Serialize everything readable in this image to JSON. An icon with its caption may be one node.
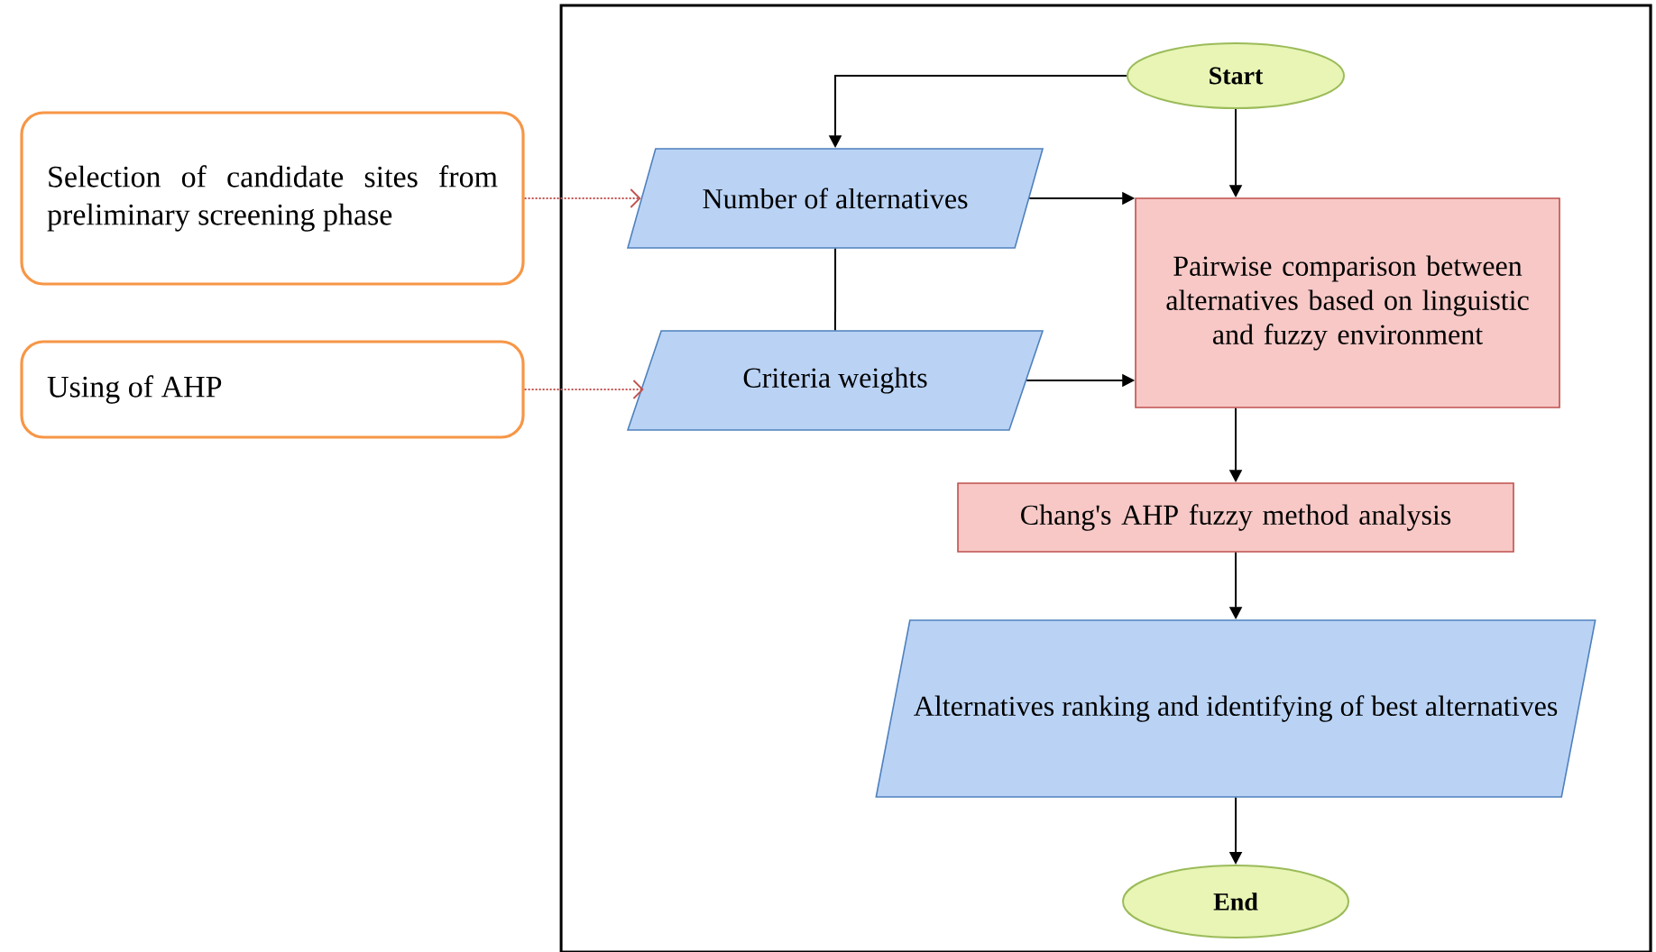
{
  "diagram": {
    "nodes": [
      {
        "text": [
          "Selection of candidate sites from preliminary screening phase"
        ]
      },
      {
        "text": [
          "Using of AHP"
        ]
      },
      {
        "text": [
          "Start"
        ]
      },
      {
        "text": [
          "Number of alternatives"
        ]
      },
      {
        "text": [
          "Criteria weights"
        ]
      },
      {
        "text": [
          "Pairwise comparison between alternatives based on linguistic and fuzzy environment"
        ]
      },
      {
        "text": [
          "Chang's AHP fuzzy method analysis"
        ]
      },
      {
        "text": [
          "Alternatives ranking and identifying of best alternatives"
        ]
      },
      {
        "text": [
          "End"
        ]
      }
    ],
    "edges": [
      {
        "from": 0,
        "to": 3,
        "arrow": "to",
        "style": "dashed",
        "color": "#c0504d"
      },
      {
        "from": 1,
        "to": 4,
        "arrow": "to",
        "style": "dashed",
        "color": "#c0504d"
      },
      {
        "from": 2,
        "to": 3,
        "arrow": "to"
      },
      {
        "from": 2,
        "to": 5,
        "arrow": "to"
      },
      {
        "from": 3,
        "to": 4,
        "arrow": "none"
      },
      {
        "from": 3,
        "to": 5,
        "arrow": "to"
      },
      {
        "from": 4,
        "to": 5,
        "arrow": "to"
      },
      {
        "from": 5,
        "to": 6,
        "arrow": "to"
      },
      {
        "from": 6,
        "to": 7,
        "arrow": "to"
      },
      {
        "from": 7,
        "to": 8,
        "arrow": "to"
      }
    ]
  }
}
